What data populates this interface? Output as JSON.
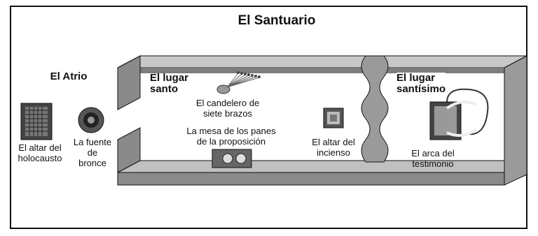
{
  "title": "El Santuario",
  "regions": {
    "atrio": "El Atrio",
    "lugar_santo": [
      "El lugar",
      "santo"
    ],
    "lugar_santisimo": [
      "El lugar",
      "santísimo"
    ]
  },
  "items": {
    "altar_holocausto": [
      "El altar del",
      "holocausto"
    ],
    "fuente_bronce": [
      "La fuente",
      "de",
      "bronce"
    ],
    "candelero": [
      "El candelero de",
      "siete brazos"
    ],
    "mesa_panes": [
      "La mesa de los panes",
      "de la proposición"
    ],
    "altar_incienso": [
      "El altar del",
      "incienso"
    ],
    "arca": [
      "El arca del",
      "testimonio"
    ]
  },
  "colors": {
    "border": "#111111",
    "wall": "#8a8a8a",
    "wall_dark": "#5a5a5a",
    "floor": "#ffffff"
  }
}
